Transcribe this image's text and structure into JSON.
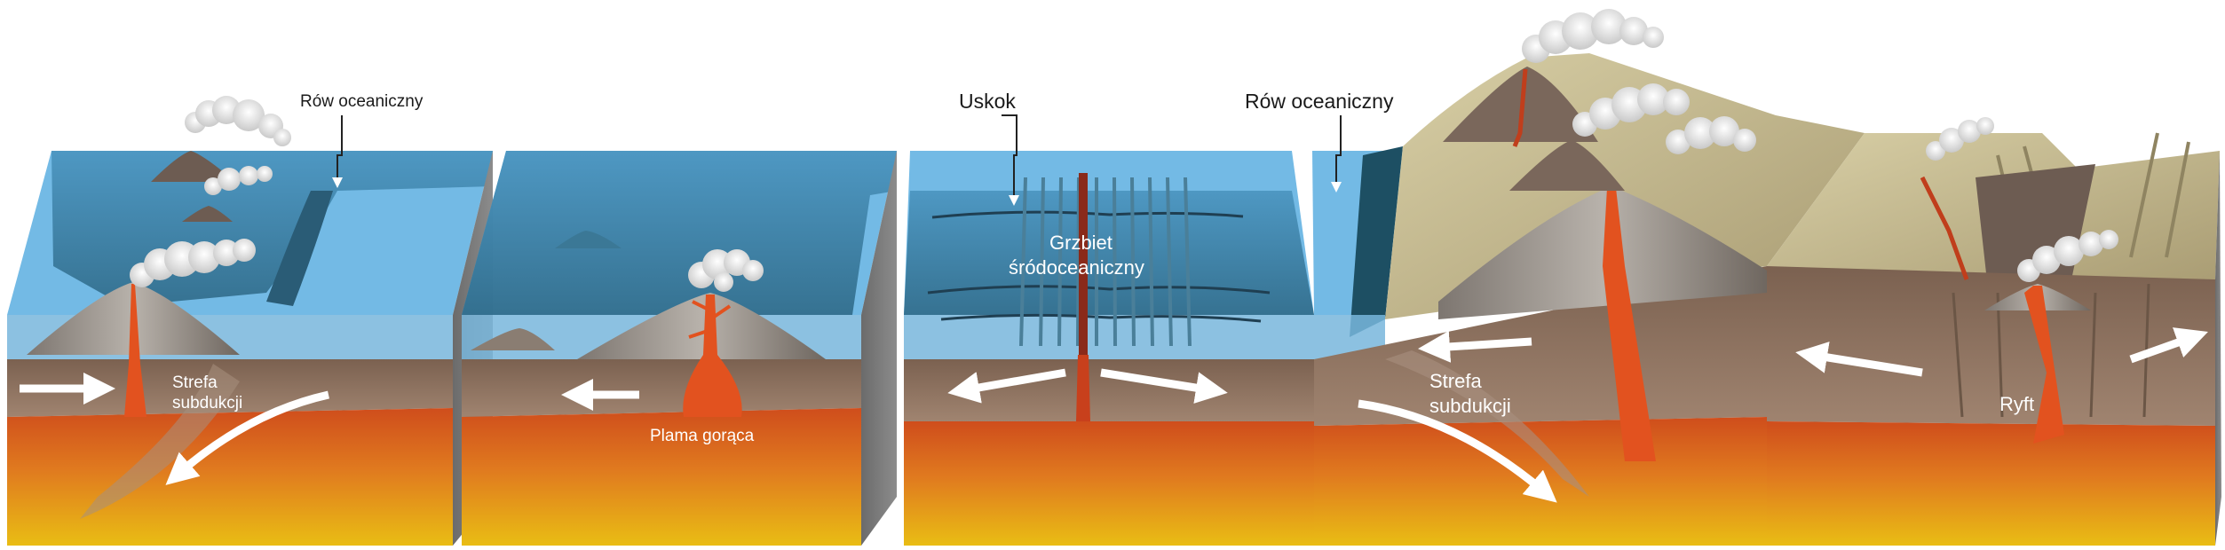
{
  "diagram": {
    "blocks": [
      {
        "id": "subduction-ocean-ocean",
        "labels": {
          "top_label": "Rów oceaniczny",
          "zone_label_line1": "Strefa",
          "zone_label_line2": "subdukcji"
        }
      },
      {
        "id": "hotspot",
        "labels": {
          "zone_label": "Plama gorąca"
        }
      },
      {
        "id": "mid-ocean-ridge",
        "labels": {
          "top_label": "Uskok",
          "ridge_label_line1": "Grzbiet",
          "ridge_label_line2": "śródoceaniczny"
        }
      },
      {
        "id": "subduction-ocean-continent",
        "labels": {
          "top_label": "Rów oceaniczny",
          "zone_label_line1": "Strefa",
          "zone_label_line2": "subdukcji"
        }
      },
      {
        "id": "rift",
        "labels": {
          "zone_label": "Ryft"
        }
      }
    ],
    "colors": {
      "ocean": "#5aaee0",
      "ocean_deep": "#3d7f9e",
      "crust": "#8a6f5c",
      "crust_dark": "#6e5646",
      "mantle_top": "#d9531f",
      "mantle_bottom": "#e8b817",
      "magma": "#e2521f",
      "land": "#c9bf94",
      "arrow": "#ffffff"
    }
  }
}
